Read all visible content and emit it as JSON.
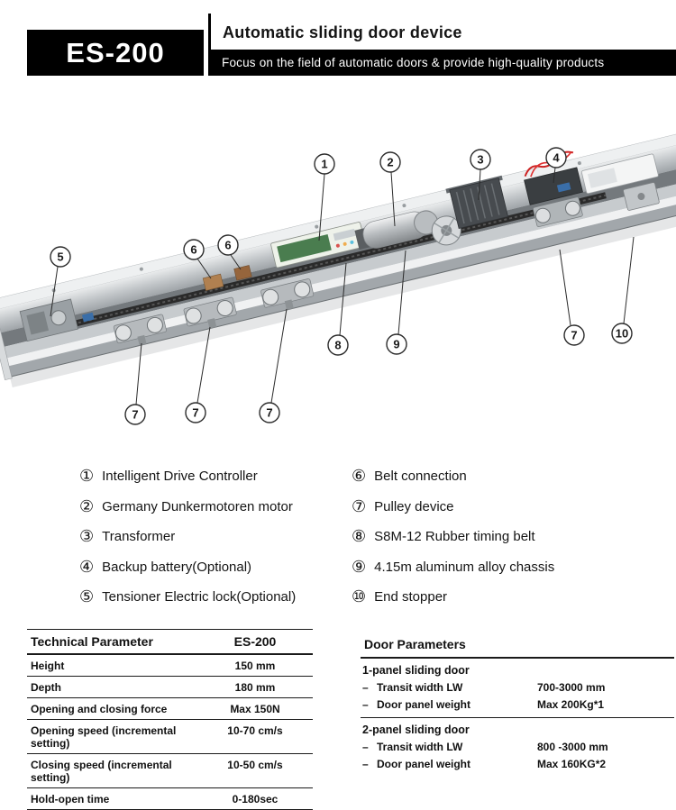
{
  "header": {
    "model": "ES-200",
    "title": "Automatic sliding door device",
    "subtitle": "Focus on the field of automatic doors & provide high-quality products"
  },
  "callouts": {
    "n1": "1",
    "n2": "2",
    "n3": "3",
    "n4": "4",
    "n5": "5",
    "n6": "6",
    "n7": "7",
    "n8": "8",
    "n9": "9",
    "n10": "10"
  },
  "legend": {
    "left": [
      {
        "num": "①",
        "label": "Intelligent Drive Controller"
      },
      {
        "num": "②",
        "label": "Germany Dunkermotoren motor"
      },
      {
        "num": "③",
        "label": "Transformer"
      },
      {
        "num": "④",
        "label": "Backup battery(Optional)"
      },
      {
        "num": "⑤",
        "label": "Tensioner Electric lock(Optional)"
      }
    ],
    "right": [
      {
        "num": "⑥",
        "label": "Belt connection"
      },
      {
        "num": "⑦",
        "label": "Pulley device"
      },
      {
        "num": "⑧",
        "label": "S8M-12 Rubber timing belt"
      },
      {
        "num": "⑨",
        "label": "4.15m aluminum alloy chassis"
      },
      {
        "num": "⑩",
        "label": "End stopper"
      }
    ]
  },
  "tech_table": {
    "title": "Technical Parameter",
    "model": "ES-200",
    "rows": [
      {
        "label": "Height",
        "value": "150 mm"
      },
      {
        "label": "Depth",
        "value": "180 mm"
      },
      {
        "label": "Opening and closing force",
        "value": "Max 150N"
      },
      {
        "label": "Opening speed (incremental setting)",
        "value": "10-70 cm/s"
      },
      {
        "label": "Closing speed (incremental setting)",
        "value": "10-50 cm/s"
      },
      {
        "label": "Hold-open time",
        "value": "0-180sec"
      }
    ]
  },
  "door_table": {
    "title": "Door Parameters",
    "dash": "–",
    "sections": [
      {
        "title": "1-panel sliding door",
        "rows": [
          {
            "label": "Transit width LW",
            "value": "700-3000 mm"
          },
          {
            "label": "Door panel weight",
            "value": "Max 200Kg*1"
          }
        ]
      },
      {
        "title": "2-panel sliding door",
        "rows": [
          {
            "label": "Transit width LW",
            "value": "800 -3000 mm"
          },
          {
            "label": "Door panel weight",
            "value": "Max 160KG*2"
          }
        ]
      }
    ]
  }
}
